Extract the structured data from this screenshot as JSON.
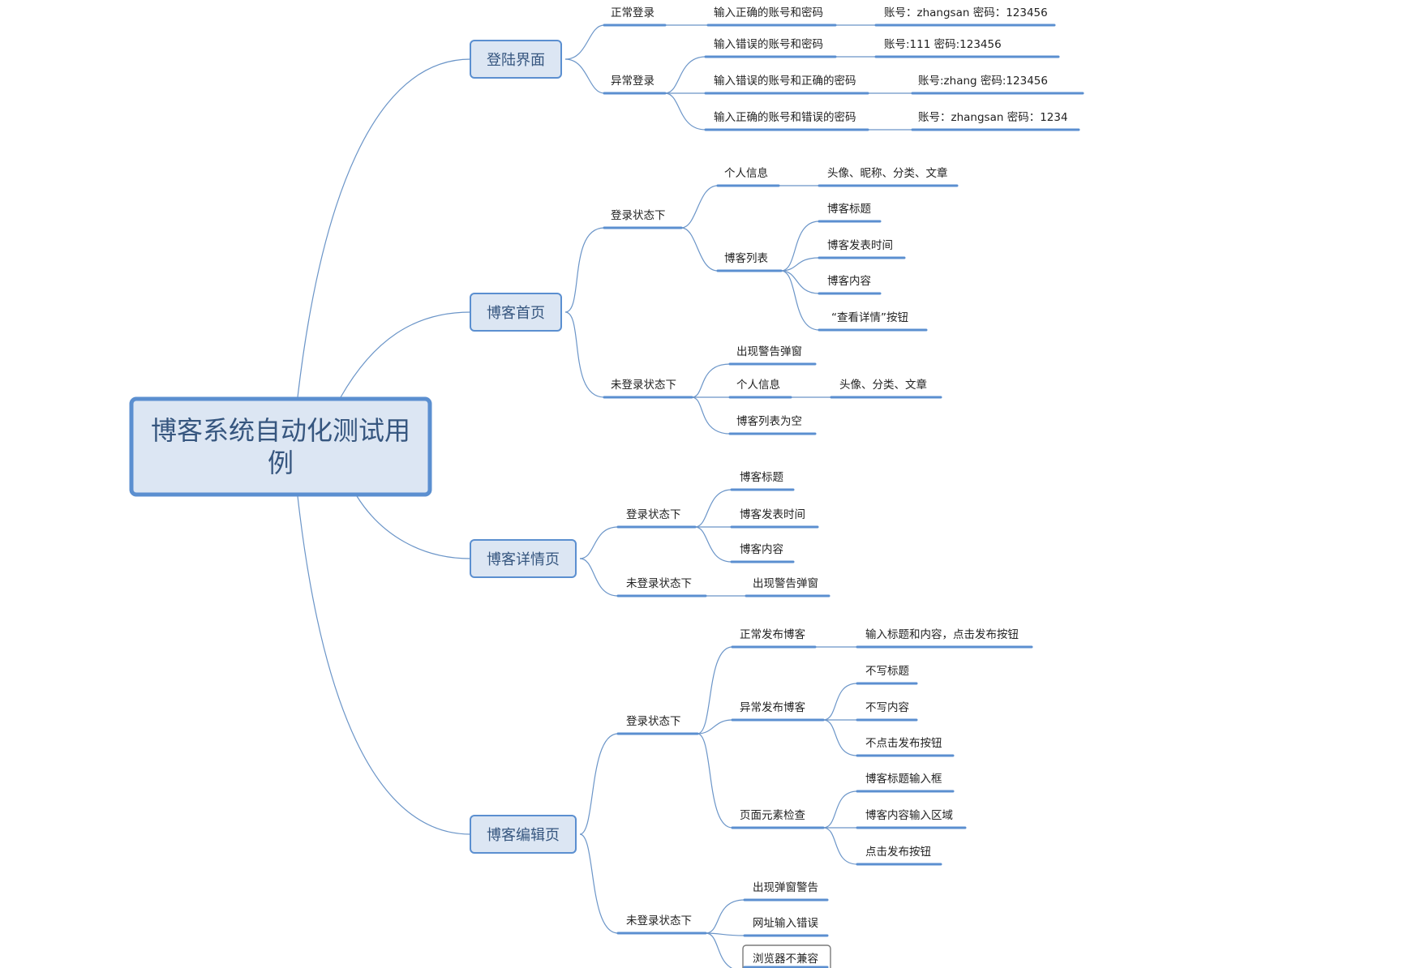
{
  "root": {
    "label_line1": "博客系统自动化测试用",
    "label_line2": "例"
  },
  "branches": {
    "login": {
      "label": "登陆界面",
      "normal": {
        "label": "正常登录",
        "case": "输入正确的账号和密码",
        "data": "账号：zhangsan 密码：123456"
      },
      "abnormal": {
        "label": "异常登录",
        "cases": [
          {
            "label": "输入错误的账号和密码",
            "data": "账号:111    密码:123456"
          },
          {
            "label": "输入错误的账号和正确的密码",
            "data": "账号:zhang      密码:123456"
          },
          {
            "label": "输入正确的账号和错误的密码",
            "data": "账号：zhangsan 密码：1234"
          }
        ]
      }
    },
    "home": {
      "label": "博客首页",
      "logged_in": {
        "label": "登录状态下",
        "profile": {
          "label": "个人信息",
          "detail": "头像、昵称、分类、文章"
        },
        "list": {
          "label": "博客列表",
          "items": [
            "博客标题",
            "博客发表时间",
            "博客内容",
            "“查看详情”按钮"
          ]
        }
      },
      "logged_out": {
        "label": "未登录状态下",
        "warning": "出现警告弹窗",
        "profile": {
          "label": "个人信息",
          "detail": "头像、分类、文章"
        },
        "empty_list": "博客列表为空"
      }
    },
    "detail": {
      "label": "博客详情页",
      "logged_in": {
        "label": "登录状态下",
        "items": [
          "博客标题",
          "博客发表时间",
          "博客内容"
        ]
      },
      "logged_out": {
        "label": "未登录状态下",
        "warning": "出现警告弹窗"
      }
    },
    "editor": {
      "label": "博客编辑页",
      "logged_in": {
        "label": "登录状态下",
        "normal": {
          "label": "正常发布博客",
          "detail": "输入标题和内容，点击发布按钮"
        },
        "abnormal": {
          "label": "异常发布博客",
          "items": [
            "不写标题",
            "不写内容",
            "不点击发布按钮"
          ]
        },
        "elements": {
          "label": "页面元素检查",
          "items": [
            "博客标题输入框",
            "博客内容输入区域",
            "点击发布按钮"
          ]
        }
      },
      "logged_out": {
        "label": "未登录状态下",
        "items": [
          "出现弹窗警告",
          "网址输入错误",
          "浏览器不兼容"
        ]
      }
    }
  },
  "colors": {
    "line": "#6b95c8",
    "underline": "#5b8fd0",
    "node_fill": "#dce6f3",
    "main_text": "#36567f"
  }
}
